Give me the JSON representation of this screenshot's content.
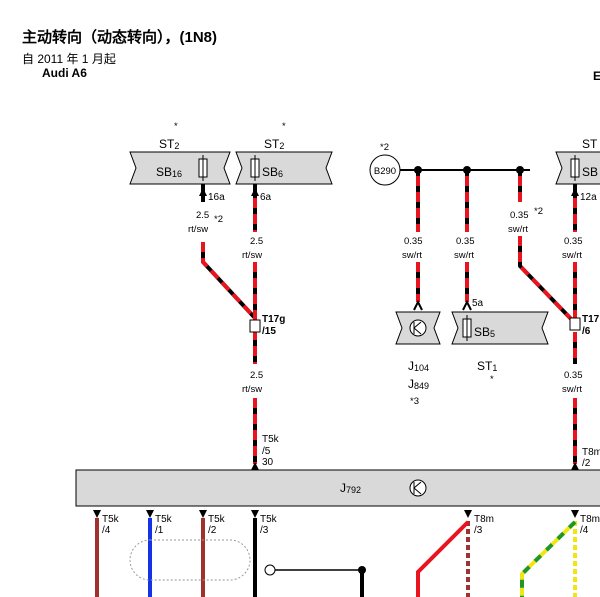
{
  "header": {
    "title": "主动转向（动态转向），(1N8)",
    "subtitle": "自 2011 年 1 月起",
    "model": "Audi A6",
    "edge_letter": "E"
  },
  "fuse_boxes": [
    {
      "id": "st2-a",
      "name": "ST",
      "sub": "2",
      "star": "*",
      "fuse": "SB",
      "fuse_sub": "16",
      "pin": "16a"
    },
    {
      "id": "st2-b",
      "name": "ST",
      "sub": "2",
      "star": "*",
      "fuse": "SB",
      "fuse_sub": "6",
      "pin": "6a"
    },
    {
      "id": "st-c",
      "name": "ST",
      "fuse": "SB",
      "pin": "12a"
    },
    {
      "id": "st1",
      "name": "ST",
      "sub": "1",
      "star": "*",
      "fuse": "SB",
      "fuse_sub": "5",
      "pin": "5a"
    }
  ],
  "wires": [
    {
      "size": "2.5",
      "color": "rt/sw",
      "note": "*2"
    },
    {
      "size": "2.5",
      "color": "rt/sw"
    },
    {
      "size": "0.35",
      "color": "sw/rt"
    },
    {
      "size": "0.35",
      "color": "sw/rt"
    },
    {
      "size": "0.35",
      "color": "sw/rt",
      "note": "*2"
    },
    {
      "size": "0.35",
      "color": "sw/rt"
    },
    {
      "size": "2.5",
      "color": "rt/sw"
    },
    {
      "size": "0.35",
      "color": "sw/rt"
    }
  ],
  "components": {
    "b290": {
      "label": "B290",
      "note": "*2"
    },
    "j104": {
      "label": "J",
      "sub": "104"
    },
    "j849": {
      "label": "J",
      "sub": "849",
      "note": "*3"
    },
    "j792": {
      "label": "J",
      "sub": "792"
    }
  },
  "connectors": {
    "t17g": {
      "name": "T17g",
      "pin": "/15"
    },
    "t17r": {
      "name": "T17",
      "pin": "/6"
    },
    "t5k_in": {
      "name": "T5k",
      "pin": "/5",
      "pin2": "30"
    },
    "t8m_in": {
      "name": "T8m",
      "pin": "/2"
    },
    "bottom": [
      {
        "name": "T5k",
        "pin": "/4"
      },
      {
        "name": "T5k",
        "pin": "/1"
      },
      {
        "name": "T5k",
        "pin": "/2"
      },
      {
        "name": "T5k",
        "pin": "/3"
      },
      {
        "name": "T8m",
        "pin": "/3"
      },
      {
        "name": "T8m",
        "pin": "/4"
      }
    ]
  },
  "colors": {
    "red": "#e8141e",
    "black": "#000000",
    "brown": "#a0322d",
    "blue": "#1432e6",
    "yellow": "#f0e614",
    "green": "#1e9628",
    "box_fill": "#d9d9d9"
  }
}
